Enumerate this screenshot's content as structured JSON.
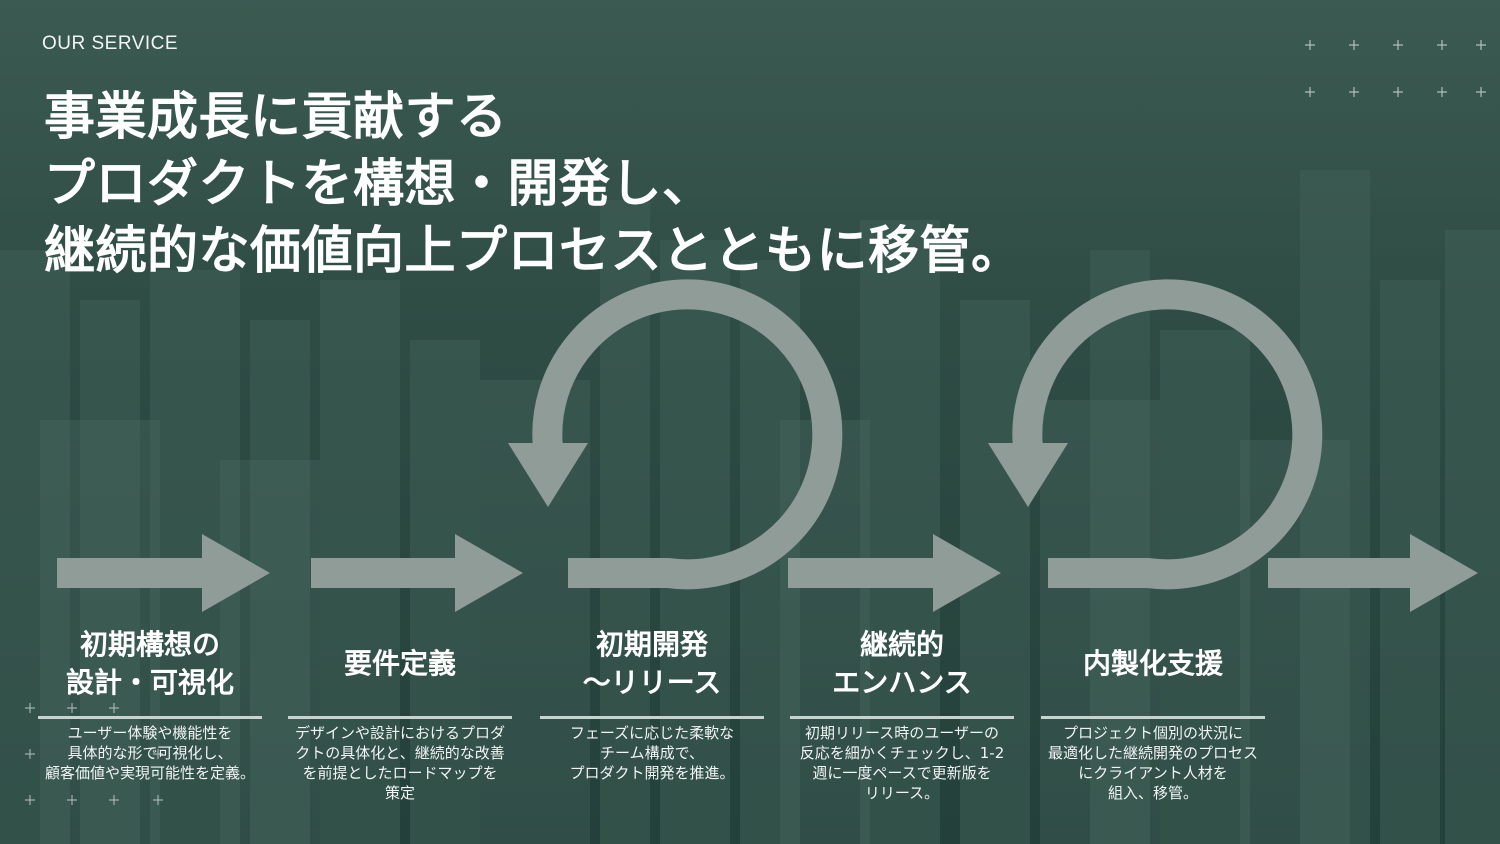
{
  "header": {
    "eyebrow": "OUR SERVICE",
    "headline": [
      "事業成長に貢献する",
      "プロダクトを構想・開発し、",
      "継続的な価値向上プロセスとともに移管。"
    ]
  },
  "stages": [
    {
      "title": "初期構想の\n設計・可視化",
      "description": "ユーザー体験や機能性を\n具体的な形で可視化し、\n顧客価値や実現可能性を定義。"
    },
    {
      "title": "要件定義",
      "description": "デザインや設計におけるプロダ\nクトの具体化と、継続的な改善\nを前提としたロードマップを\n策定"
    },
    {
      "title": "初期開発\n〜リリース",
      "description": "フェーズに応じた柔軟な\nチーム構成で、\nプロダクト開発を推進。"
    },
    {
      "title": "継続的\nエンハンス",
      "description": "初期リリース時のユーザーの\n反応を細かくチェックし、1-2\n週に一度ペースで更新版を\nリリース。"
    },
    {
      "title": "内製化支援",
      "description": "プロジェクト個別の状況に\n最適化した継続開発のプロセス\nにクライアント人材を\n組入、移管。"
    }
  ],
  "colors": {
    "background": "#2c4a42",
    "arrow": "#8f9c98",
    "rule": "#c9d2cf",
    "text": "#ffffff"
  },
  "icons": [
    "plus-grid-icon",
    "right-arrow-icon",
    "loop-arrow-icon"
  ]
}
